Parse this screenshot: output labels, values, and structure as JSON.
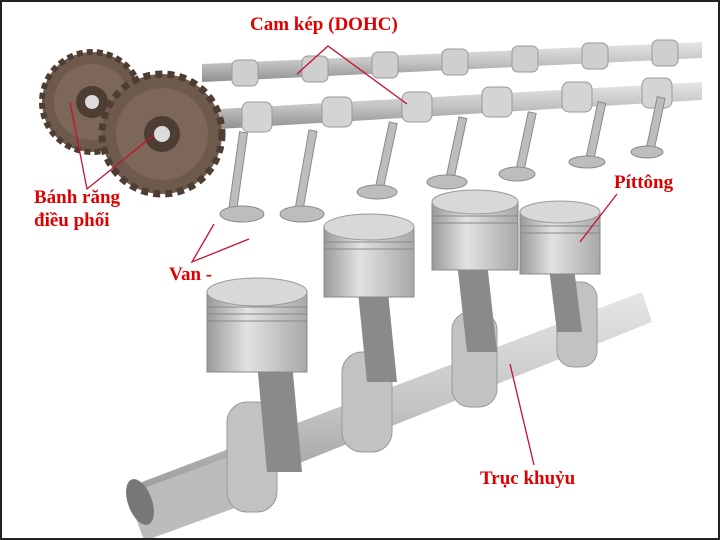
{
  "diagram": {
    "subject": "DOHC engine components",
    "colors": {
      "label": "#e00000",
      "leader_line": "#c8102e",
      "metal": "#c9c9c9",
      "metal_dark": "#8c8c8c",
      "gear": "#7a6455",
      "gear_dark": "#4e3d33"
    },
    "labels": {
      "camshaft": "Cam kép (DOHC)",
      "timing_gear_line1": "Bánh răng",
      "timing_gear_line2": "điều phối",
      "valve": "Van -",
      "piston": "Píttông",
      "crankshaft": "Trục khuỷu"
    }
  }
}
